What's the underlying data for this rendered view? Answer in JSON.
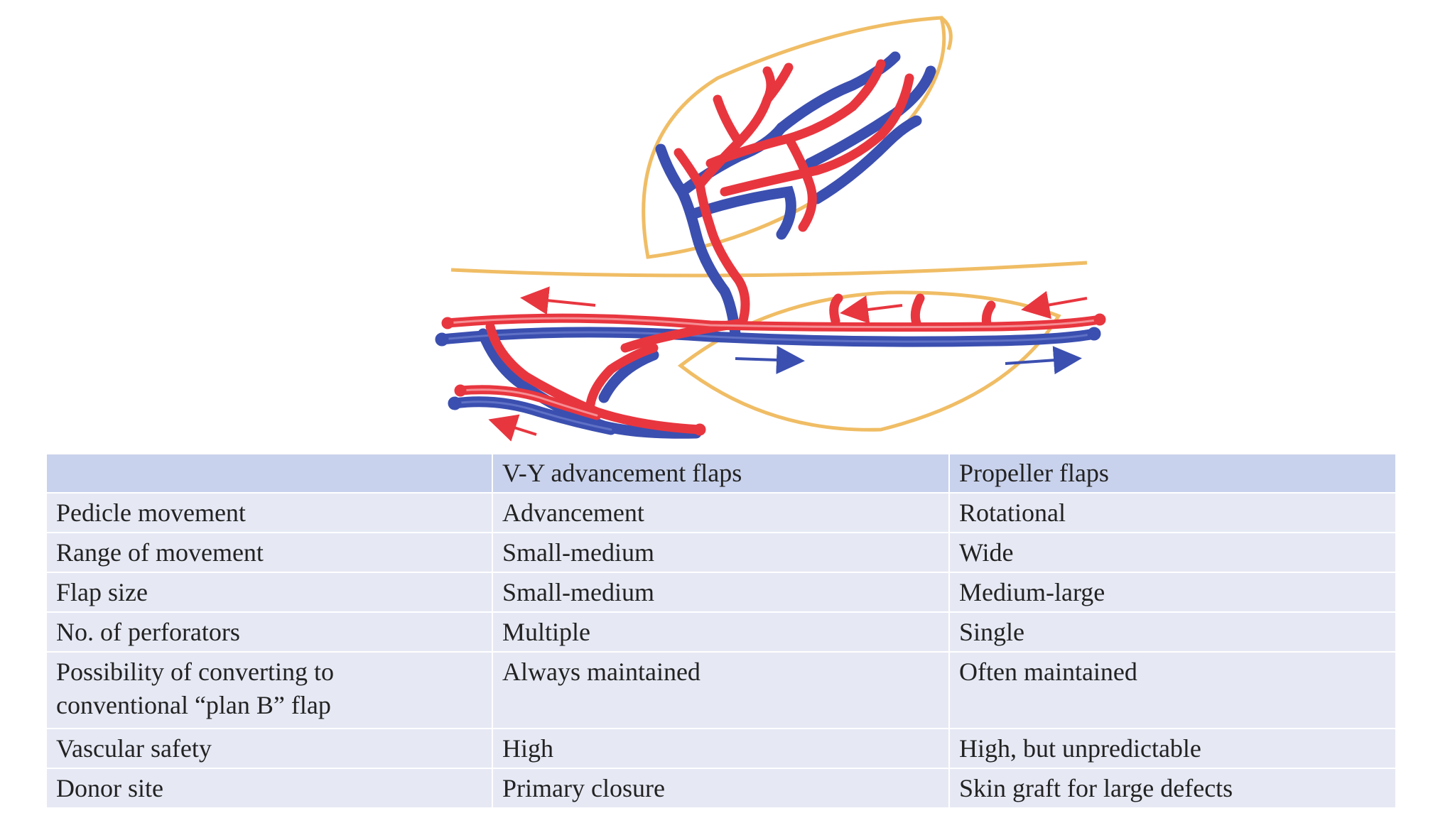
{
  "colors": {
    "artery": "#e8363f",
    "vein": "#3b4fb0",
    "fascia": "#f0bd65",
    "header_bg": "#c9d2ec",
    "row_bg": "#e6e9f4",
    "text": "#222222"
  },
  "figure": {
    "icons": [
      "arteries",
      "veins",
      "red-arrow-icon",
      "blue-arrow-icon",
      "propeller-flap-outline",
      "vy-flap-outline",
      "fascia-line"
    ]
  },
  "table": {
    "header": [
      "",
      "V-Y advancement flaps",
      "Propeller flaps"
    ],
    "rows": [
      {
        "label": "Pedicle movement",
        "vy": "Advancement",
        "propeller": "Rotational"
      },
      {
        "label": "Range of movement",
        "vy": "Small-medium",
        "propeller": "Wide"
      },
      {
        "label": "Flap size",
        "vy": "Small-medium",
        "propeller": "Medium-large"
      },
      {
        "label": "No. of perforators",
        "vy": "Multiple",
        "propeller": "Single"
      },
      {
        "label_line1": "Possibility of converting to",
        "label_line2": "conventional “plan B” flap",
        "vy": "Always maintained",
        "propeller": "Often maintained"
      },
      {
        "label": "Vascular safety",
        "vy": "High",
        "propeller": "High, but unpredictable"
      },
      {
        "label": "Donor site",
        "vy": "Primary closure",
        "propeller": "Skin graft for large defects"
      }
    ]
  }
}
